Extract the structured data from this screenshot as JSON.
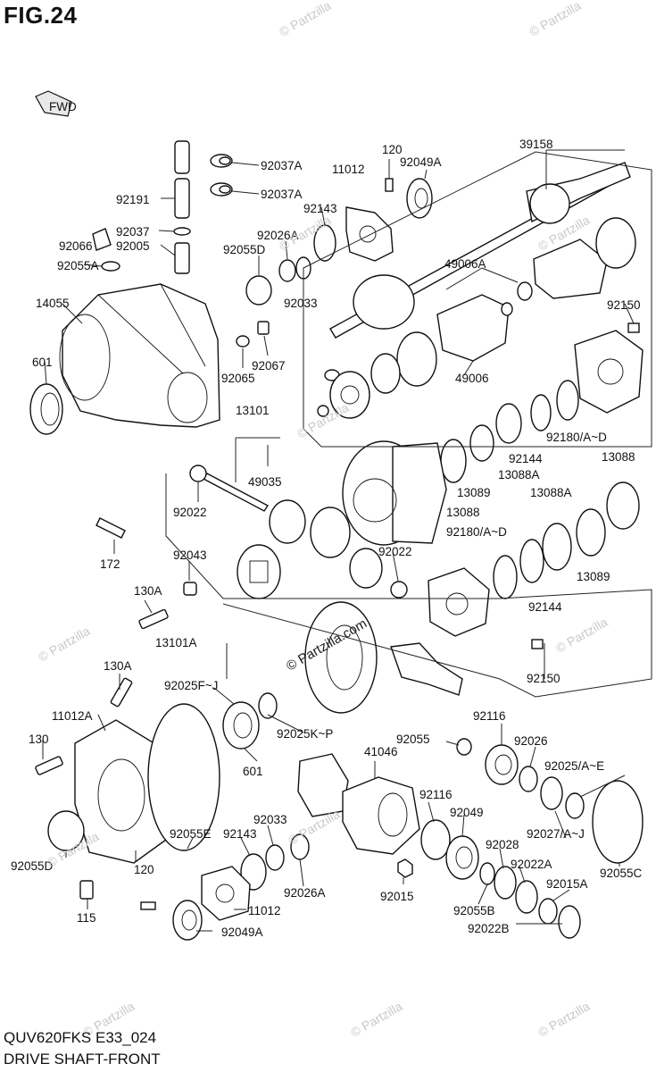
{
  "figure": {
    "title": "FIG.24",
    "model_code": "QUV620FKS E33_024",
    "name": "DRIVE SHAFT-FRONT",
    "fwd_label": "FWD"
  },
  "watermark": {
    "text": "© Partzilla",
    "center_text": "© Partzilla.com"
  },
  "part_labels": [
    "92037A",
    "92037A",
    "92191",
    "92037",
    "92066",
    "92005",
    "92055A",
    "120",
    "11012",
    "92049A",
    "39158",
    "92143",
    "92026A",
    "92055D",
    "49006A",
    "92033",
    "14055",
    "92067",
    "92065",
    "601",
    "49006",
    "92150",
    "13101",
    "49035",
    "92022",
    "13088",
    "13089",
    "13088A",
    "92144",
    "92180/A~D",
    "13088",
    "13088A",
    "172",
    "92043",
    "92022",
    "13089",
    "92180/A~D",
    "92144",
    "130A",
    "13101A",
    "92150",
    "130A",
    "92025F~J",
    "11012A",
    "92025K~P",
    "92116",
    "130",
    "601",
    "92055",
    "92026",
    "41046",
    "92025/A~E",
    "92116",
    "92049",
    "92033",
    "92055E",
    "92143",
    "92027/A~J",
    "92028",
    "92022A",
    "92055D",
    "120",
    "92026A",
    "92055C",
    "92015A",
    "115",
    "11012",
    "92015",
    "92055B",
    "92022B",
    "92049A"
  ]
}
